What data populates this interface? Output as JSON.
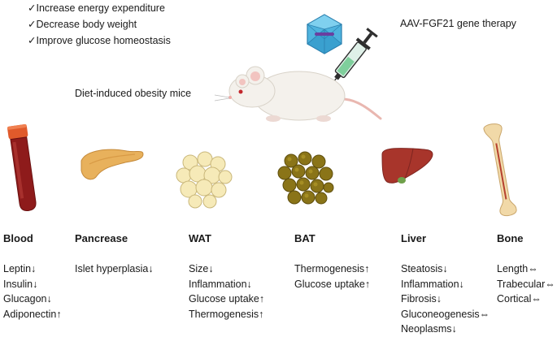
{
  "benefits": [
    "✓Increase energy expenditure",
    "✓Decrease body weight",
    "✓Improve glucose homeostasis"
  ],
  "therapy_label": "AAV-FGF21 gene therapy",
  "mouse_label": "Diet-induced obesity mice",
  "tissues": [
    {
      "name": "Blood",
      "effects": [
        "Leptin↓",
        "Insulin↓",
        "Glucagon↓",
        "Adiponectin↑"
      ]
    },
    {
      "name": "Pancrease",
      "effects": [
        "Islet hyperplasia↓"
      ]
    },
    {
      "name": "WAT",
      "effects": [
        "Size↓",
        "Inflammation↓",
        "Glucose uptake↑",
        "Thermogenesis↑"
      ]
    },
    {
      "name": "BAT",
      "effects": [
        "Thermogenesis↑",
        "Glucose uptake↑"
      ]
    },
    {
      "name": "Liver",
      "effects": [
        "Steatosis↓",
        "Inflammation↓",
        "Fibrosis↓",
        "Gluconeogenesis⇔",
        "Neoplasms↓"
      ]
    },
    {
      "name": "Bone",
      "effects": [
        "Length⇔",
        "Trabecular⇔",
        "Cortical⇔"
      ]
    }
  ],
  "colors": {
    "blood": "#8e1b1b",
    "blood_cap": "#e05a2b",
    "pancreas": "#e8b15c",
    "wat": "#f6eab8",
    "bat": "#8a7418",
    "liver": "#a8352b",
    "bone": "#f1d9a8",
    "virus": "#4fb3de"
  }
}
